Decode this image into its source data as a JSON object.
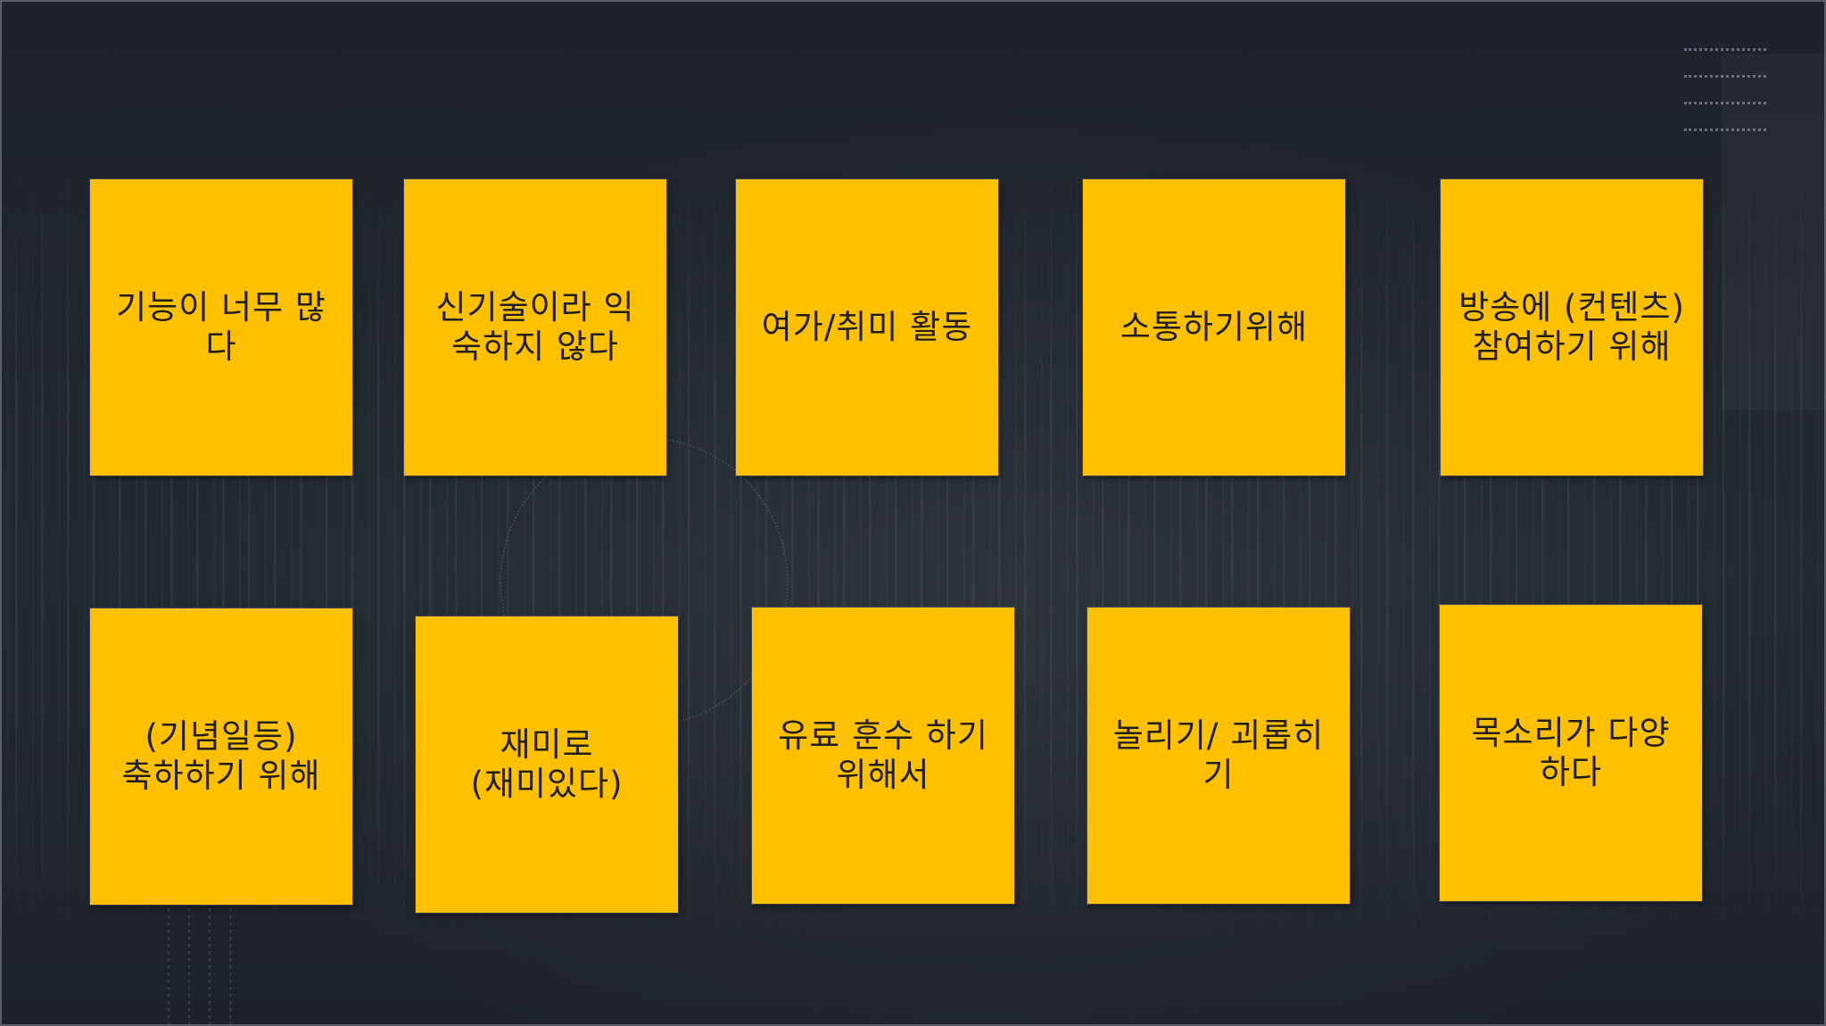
{
  "notes": [
    {
      "text": "기능이 너무 많\n다"
    },
    {
      "text": "신기술이라 익\n숙하지 않다"
    },
    {
      "text": "여가/취미 활동"
    },
    {
      "text": "소통하기위해"
    },
    {
      "text": "방송에 (컨텐츠)\n참여하기 위해"
    },
    {
      "text": "(기념일등)\n축하하기 위해"
    },
    {
      "text": "재미로\n(재미있다)"
    },
    {
      "text": "유료 훈수 하기\n위해서"
    },
    {
      "text": "놀리기/ 괴롭히\n기"
    },
    {
      "text": "목소리가 다양\n하다"
    }
  ],
  "colors": {
    "background": "#1e232c",
    "note": "#ffc000",
    "text": "#1f1f1f"
  }
}
